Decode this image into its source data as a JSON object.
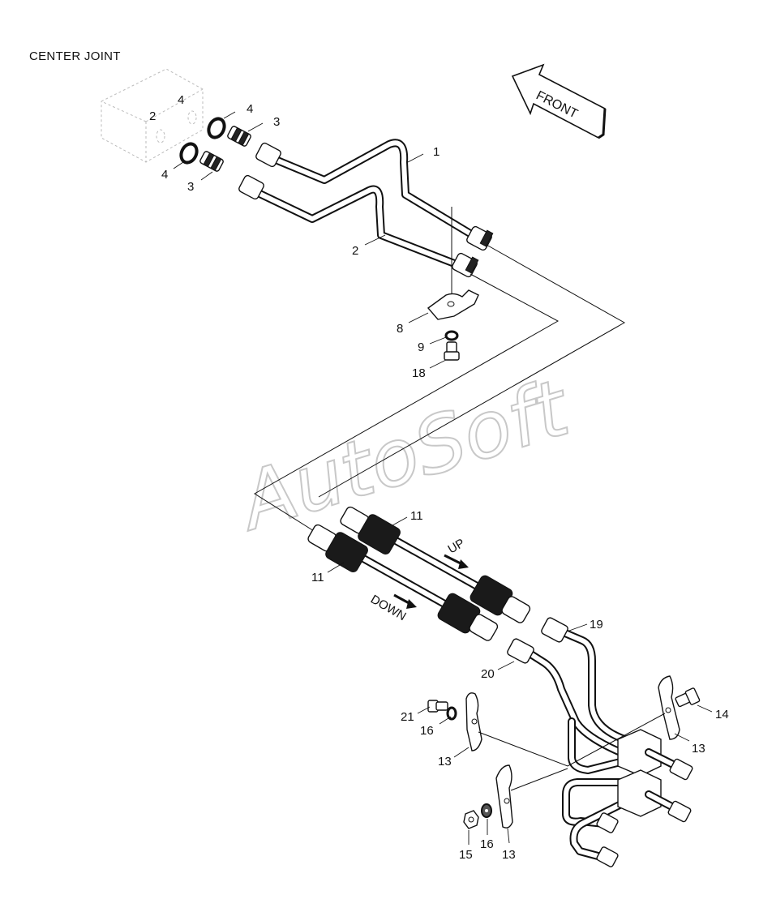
{
  "header": {
    "title": "CENTER JOINT"
  },
  "front_arrow": {
    "label": "FRONT"
  },
  "watermark": {
    "text": "AutoSoft"
  },
  "flow_labels": {
    "up": "UP",
    "down": "DOWN"
  },
  "callouts": {
    "c4a": "4",
    "c2a": "2",
    "c4b": "4",
    "c3a": "3",
    "c4c": "4",
    "c3b": "3",
    "c1": "1",
    "c2b": "2",
    "c8": "8",
    "c9": "9",
    "c18": "18",
    "c11a": "11",
    "c11b": "11",
    "c19": "19",
    "c20": "20",
    "c21": "21",
    "c16a": "16",
    "c13a": "13",
    "c14": "14",
    "c13b": "13",
    "c15": "15",
    "c16b": "16",
    "c13c": "13"
  }
}
